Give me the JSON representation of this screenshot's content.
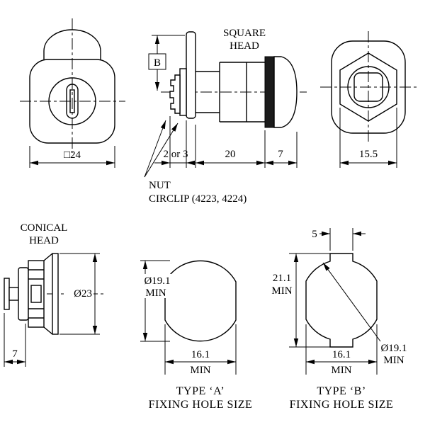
{
  "front_view": {
    "width_dim": "□24"
  },
  "side_view": {
    "head_label": [
      "SQUARE",
      "HEAD"
    ],
    "b_dim": "B",
    "panel_dim": "2 or 3",
    "body_dim": "20",
    "head_dim": "7",
    "note_line1": "NUT",
    "note_line2": "CIRCLIP (4223, 4224)"
  },
  "rear_view": {
    "hex_dim": "15.5"
  },
  "conical_view": {
    "label": [
      "CONICAL",
      "HEAD"
    ],
    "dia_dim": "Ø23",
    "depth_dim": "7"
  },
  "type_a": {
    "dia_dim": [
      "Ø19.1",
      "MIN"
    ],
    "width_dim": [
      "16.1",
      "MIN"
    ],
    "caption": [
      "TYPE ‘A’",
      "FIXING HOLE SIZE"
    ]
  },
  "type_b": {
    "slot_dim": "5",
    "height_dim": [
      "21.1",
      "MIN"
    ],
    "width_dim": [
      "16.1",
      "MIN"
    ],
    "dia_dim": [
      "Ø19.1",
      "MIN"
    ],
    "caption": [
      "TYPE ‘B’",
      "FIXING HOLE SIZE"
    ]
  }
}
